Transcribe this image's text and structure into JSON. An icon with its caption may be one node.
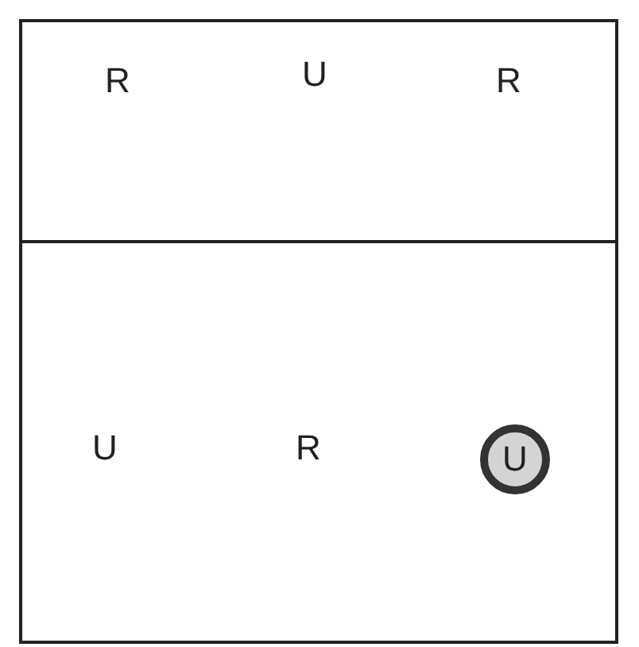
{
  "diagram": {
    "nodes": [
      {
        "text": [
          "R",
          "U",
          "R"
        ]
      },
      {
        "text": [
          "U",
          "R"
        ]
      },
      {
        "text": [
          "U"
        ],
        "in": 1
      }
    ]
  }
}
